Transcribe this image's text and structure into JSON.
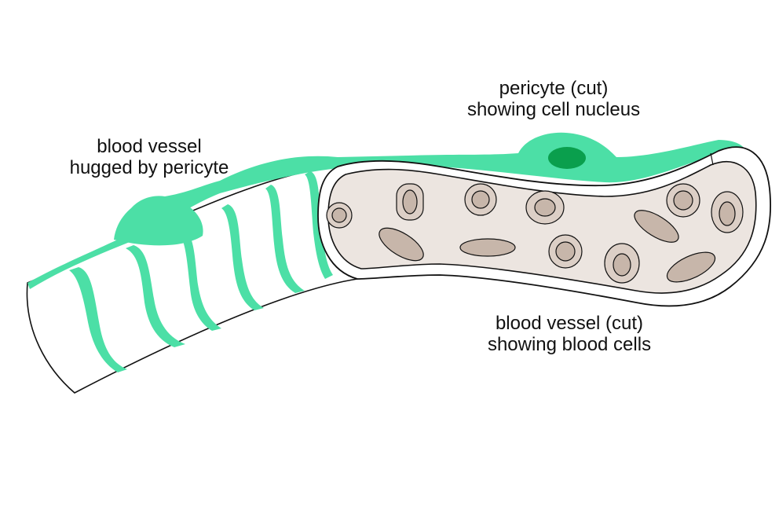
{
  "labels": {
    "vessel_line1": "blood vessel",
    "vessel_line2": "hugged by pericyte",
    "pericyte_cut_line1": "pericyte (cut)",
    "pericyte_cut_line2": "showing cell nucleus",
    "vessel_cut_line1": "blood vessel (cut)",
    "vessel_cut_line2": "showing blood cells"
  },
  "colors": {
    "pericyte": "#4cdfa6",
    "nucleus": "#0a9f4d",
    "outline": "#111111",
    "vessel_interior": "#ece5e0",
    "blood_cell": "#dccfc6",
    "blood_cell_core": "#c7b6aa",
    "vessel_wall": "#ffffff"
  }
}
